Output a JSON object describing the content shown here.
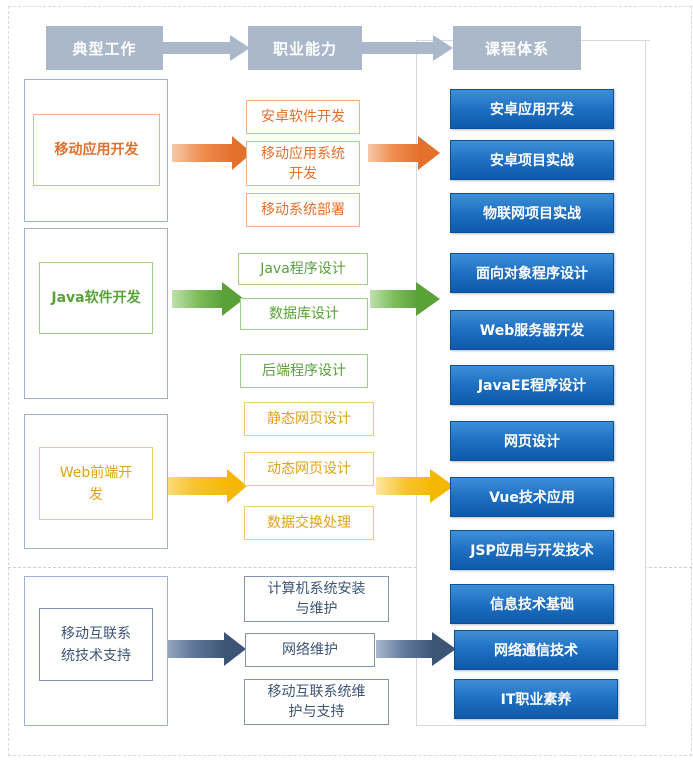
{
  "headers": {
    "work": "典型工作",
    "ability": "职业能力",
    "course": "课程体系"
  },
  "sections": {
    "mobile": {
      "title": "移动应用开发",
      "skills": [
        "安卓软件开发",
        "移动应用系统\n开发",
        "移动系统部署"
      ]
    },
    "java": {
      "title": "Java软件开发",
      "skills": [
        "Java程序设计",
        "数据库设计",
        "后端程序设计"
      ]
    },
    "web": {
      "title": "Web前端开\n发",
      "skills": [
        "静态网页设计",
        "动态网页设计",
        "数据交换处理"
      ]
    },
    "network": {
      "title": "移动互联系\n统技术支持",
      "skills": [
        "计算机系统安装\n与维护",
        "网络维护",
        "移动互联系统维\n护与支持"
      ]
    }
  },
  "courses": [
    "安卓应用开发",
    "安卓项目实战",
    "物联网项目实战",
    "面向对象程序设计",
    "Web服务器开发",
    "JavaEE程序设计",
    "网页设计",
    "Vue技术应用",
    "JSP应用与开发技术",
    "信息技术基础",
    "网络通信技术",
    "IT职业素养"
  ],
  "colors": {
    "orange": "#e3702b",
    "green": "#5aa13a",
    "yellow": "#f5b800",
    "navy": "#3c5575",
    "course_blue": "#1e6fc2",
    "header_gray": "#aab8ca"
  }
}
